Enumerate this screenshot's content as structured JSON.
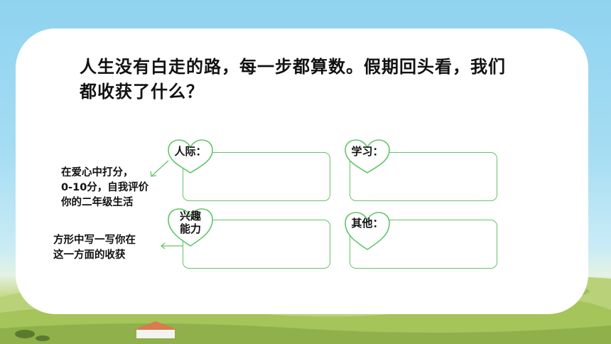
{
  "slide": {
    "title": "人生没有白走的路，每一步都算数。假期回头看，我们都收获了什么？"
  },
  "categories": [
    {
      "id": "interpersonal",
      "label": "人际："
    },
    {
      "id": "study",
      "label": "学习："
    },
    {
      "id": "interest",
      "label_line1": "兴趣",
      "label_line2": "能力"
    },
    {
      "id": "other",
      "label": "其他："
    }
  ],
  "notes": {
    "score_line1": "在爱心中打分，",
    "score_line2": "0-10分，自我评价",
    "score_line3": "你的二年级生活",
    "write_line1": "方形中写一写你在",
    "write_line2": "这一方面的收获"
  },
  "colors": {
    "accent_green": "#62c46b",
    "card_bg": "#ffffff",
    "sky": "#a6ddf3"
  }
}
